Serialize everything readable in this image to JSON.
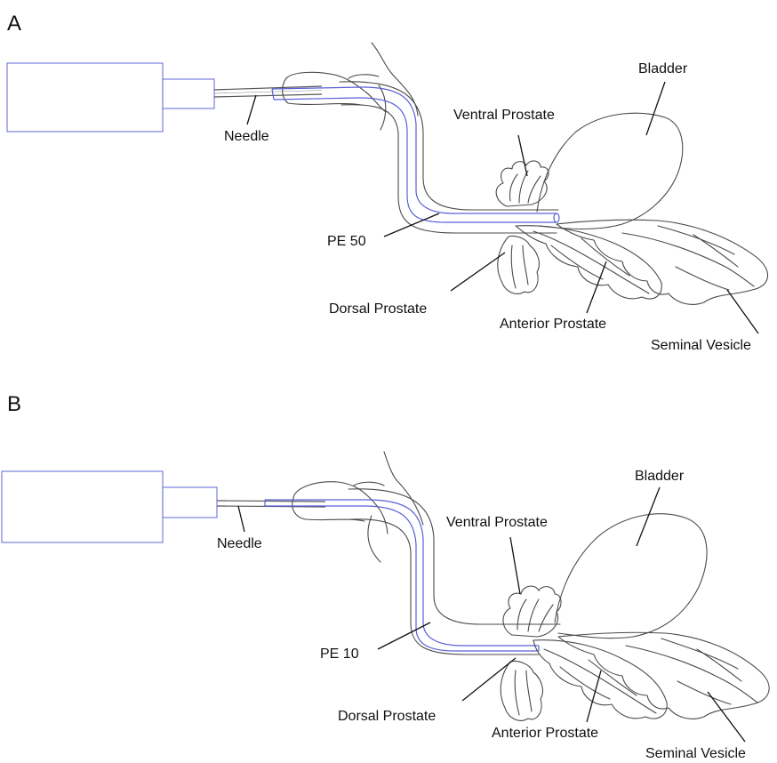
{
  "colors": {
    "syringe": "#6e73d8",
    "catheter": "#5a5fd6",
    "tissue_outline": "#4a4a4a",
    "text": "#111111"
  },
  "panels": [
    {
      "letter": "A",
      "labels": {
        "needle": "Needle",
        "tube": "PE 50",
        "bladder": "Bladder",
        "ventral_prostate": "Ventral Prostate",
        "dorsal_prostate": "Dorsal Prostate",
        "anterior_prostate": "Anterior Prostate",
        "seminal_vesicle": "Seminal Vesicle"
      }
    },
    {
      "letter": "B",
      "labels": {
        "needle": "Needle",
        "tube": "PE 10",
        "bladder": "Bladder",
        "ventral_prostate": "Ventral Prostate",
        "dorsal_prostate": "Dorsal Prostate",
        "anterior_prostate": "Anterior Prostate",
        "seminal_vesicle": "Seminal Vesicle"
      }
    }
  ]
}
